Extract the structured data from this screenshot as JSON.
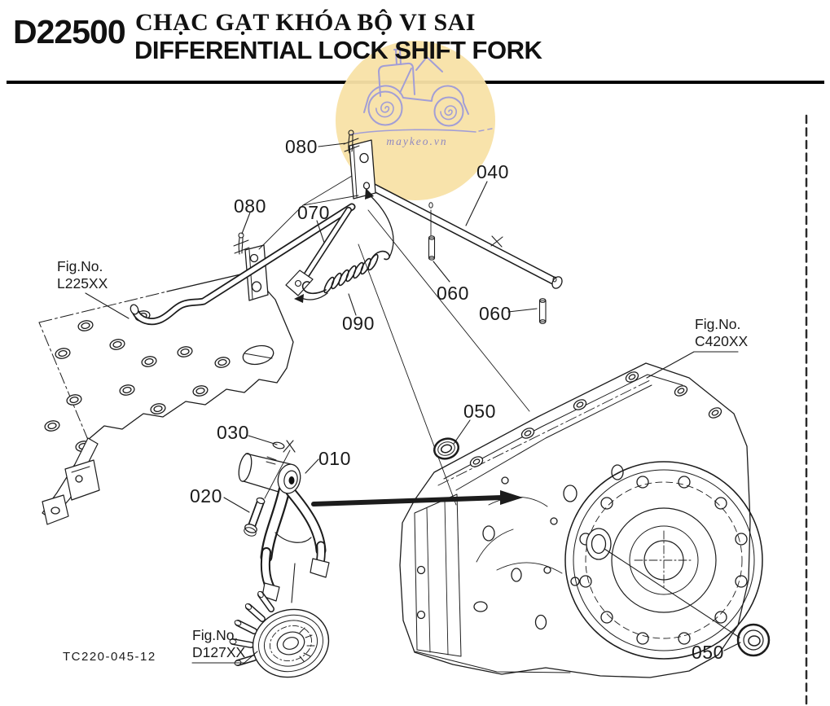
{
  "header": {
    "code": "D22500",
    "title_vi": "CHẠC GẠT KHÓA BỘ VI SAI",
    "title_en": "DIFFERENTIAL LOCK SHIFT FORK"
  },
  "callouts": [
    {
      "text": "080"
    },
    {
      "text": "040"
    },
    {
      "text": "080"
    },
    {
      "text": "070"
    },
    {
      "text": "060"
    },
    {
      "text": "060"
    },
    {
      "text": "090"
    },
    {
      "text": "050"
    },
    {
      "text": "030"
    },
    {
      "text": "010"
    },
    {
      "text": "020"
    },
    {
      "text": "050"
    }
  ],
  "fig_refs": [
    {
      "label": "Fig.No.",
      "number": "L225XX"
    },
    {
      "label": "Fig.No.",
      "number": "C420XX"
    },
    {
      "label": "Fig.No.",
      "number": "D127XX"
    }
  ],
  "watermark": {
    "text": "maykeo.vn",
    "circle_color": "#f8e2a6",
    "line_color": "#a29ed6",
    "text_color": "#8f88c0"
  },
  "footer": {
    "drawing_no": "TC220-045-12"
  }
}
